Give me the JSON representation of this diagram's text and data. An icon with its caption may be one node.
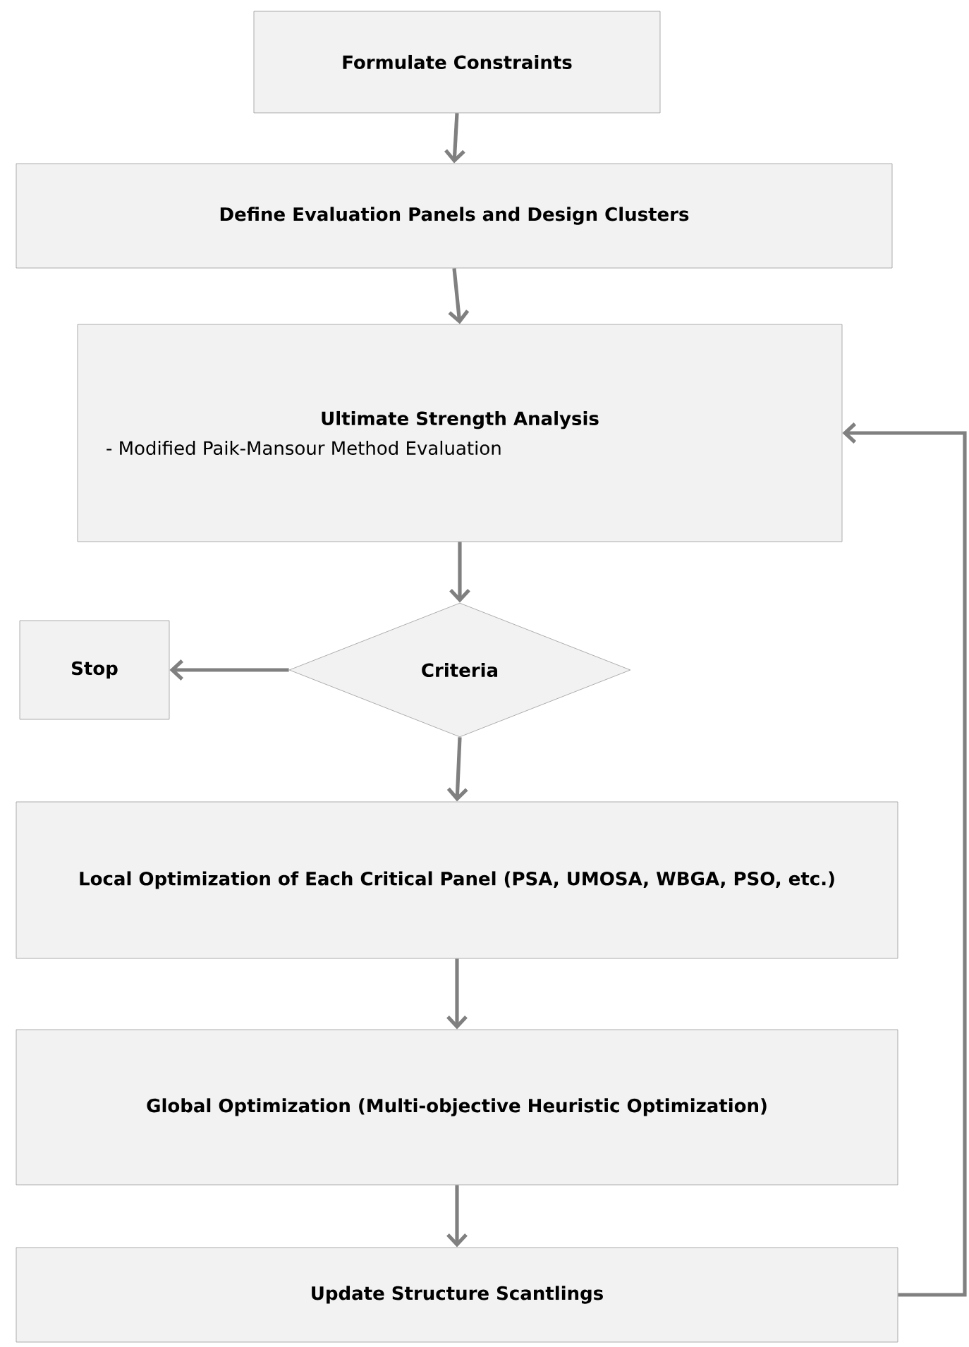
{
  "diagram": {
    "nodes": [
      {
        "text": [
          "Formulate Constraints"
        ]
      },
      {
        "text": [
          "Define Evaluation Panels and Design Clusters"
        ]
      },
      {
        "text": [
          "Ultimate Strength Analysis",
          "- Modified Paik-Mansour Method Evaluation"
        ]
      },
      {
        "text": [
          "Criteria"
        ]
      },
      {
        "text": [
          "Stop"
        ]
      },
      {
        "text": [
          "Local Optimization of Each Critical Panel (PSA, UMOSA, WBGA, PSO, etc.)"
        ]
      },
      {
        "text": [
          "Global Optimization (Multi-objective Heuristic Optimization)"
        ]
      },
      {
        "text": [
          "Update Structure Scantlings"
        ]
      }
    ],
    "edges": [
      {
        "from": 0,
        "to": 1,
        "arrow": "to"
      },
      {
        "from": 1,
        "to": 2,
        "arrow": "to"
      },
      {
        "from": 2,
        "to": 3,
        "arrow": "to"
      },
      {
        "from": 3,
        "to": 4,
        "arrow": "to"
      },
      {
        "from": 3,
        "to": 5,
        "arrow": "to"
      },
      {
        "from": 5,
        "to": 6,
        "arrow": "to"
      },
      {
        "from": 6,
        "to": 7,
        "arrow": "to"
      },
      {
        "from": 7,
        "to": 2,
        "arrow": "to"
      }
    ]
  }
}
